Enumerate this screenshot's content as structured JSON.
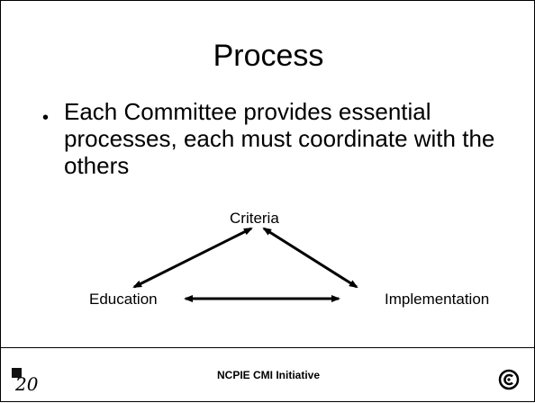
{
  "slide": {
    "title": "Process",
    "bullet": "Each Committee provides essential processes, each must coordinate with the others",
    "bullet_marker": "•"
  },
  "diagram": {
    "nodes": {
      "criteria": "Criteria",
      "education": "Education",
      "implementation": "Implementation"
    },
    "edges": [
      {
        "from": "criteria",
        "to": "education",
        "bidirectional": true
      },
      {
        "from": "criteria",
        "to": "implementation",
        "bidirectional": true
      },
      {
        "from": "education",
        "to": "implementation",
        "bidirectional": true
      }
    ]
  },
  "footer": {
    "text": "NCPIE CMI Initiative",
    "logo_left_text": "20",
    "logo_right_icon": "target-c-logo-icon"
  }
}
